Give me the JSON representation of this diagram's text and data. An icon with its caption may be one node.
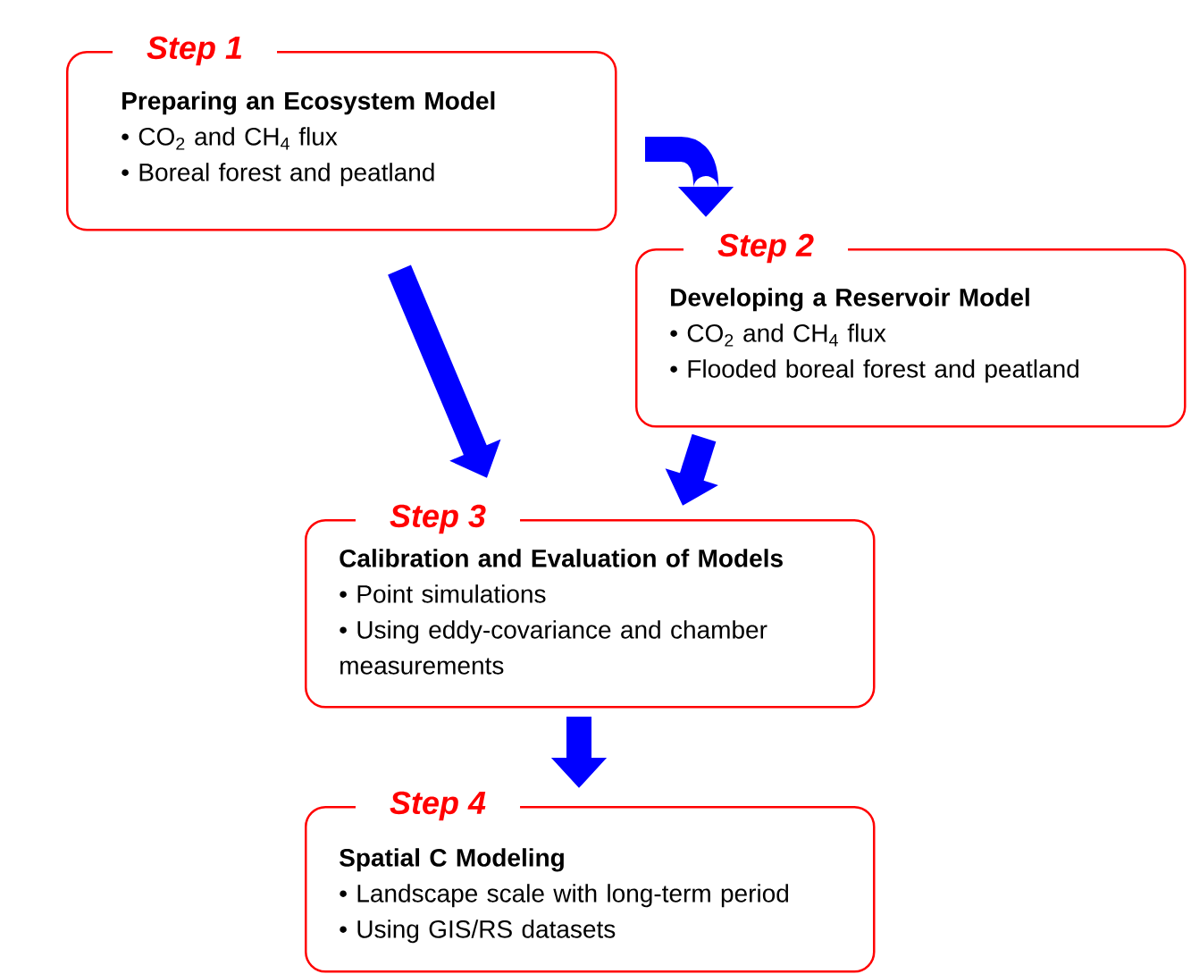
{
  "diagram": {
    "nodes": [
      {
        "text": [
          "Step 1",
          "Preparing an Ecosystem Model",
          "• CO$_{2}$ and CH$_{4}$ flux",
          "• Boreal forest and peatland"
        ]
      },
      {
        "text": [
          "Step 2",
          "Developing a Reservoir Model",
          "• CO$_{2}$ and CH$_{4}$ flux",
          "• Flooded boreal forest and peatland"
        ]
      },
      {
        "text": [
          "Step 3",
          "Calibration and Evaluation of Models",
          "• Point simulations",
          "• Using eddy-covariance and chamber measurements"
        ]
      },
      {
        "text": [
          "Step 4",
          "Spatial C Modeling",
          "• Landscape scale with long-term period",
          "• Using GIS/RS datasets"
        ]
      }
    ],
    "edges": [
      {
        "from": 0,
        "to": 1,
        "arrow": "to"
      },
      {
        "from": 0,
        "to": 2,
        "arrow": "to"
      },
      {
        "from": 1,
        "to": 2,
        "arrow": "to"
      },
      {
        "from": 2,
        "to": 3,
        "arrow": "to"
      }
    ]
  }
}
